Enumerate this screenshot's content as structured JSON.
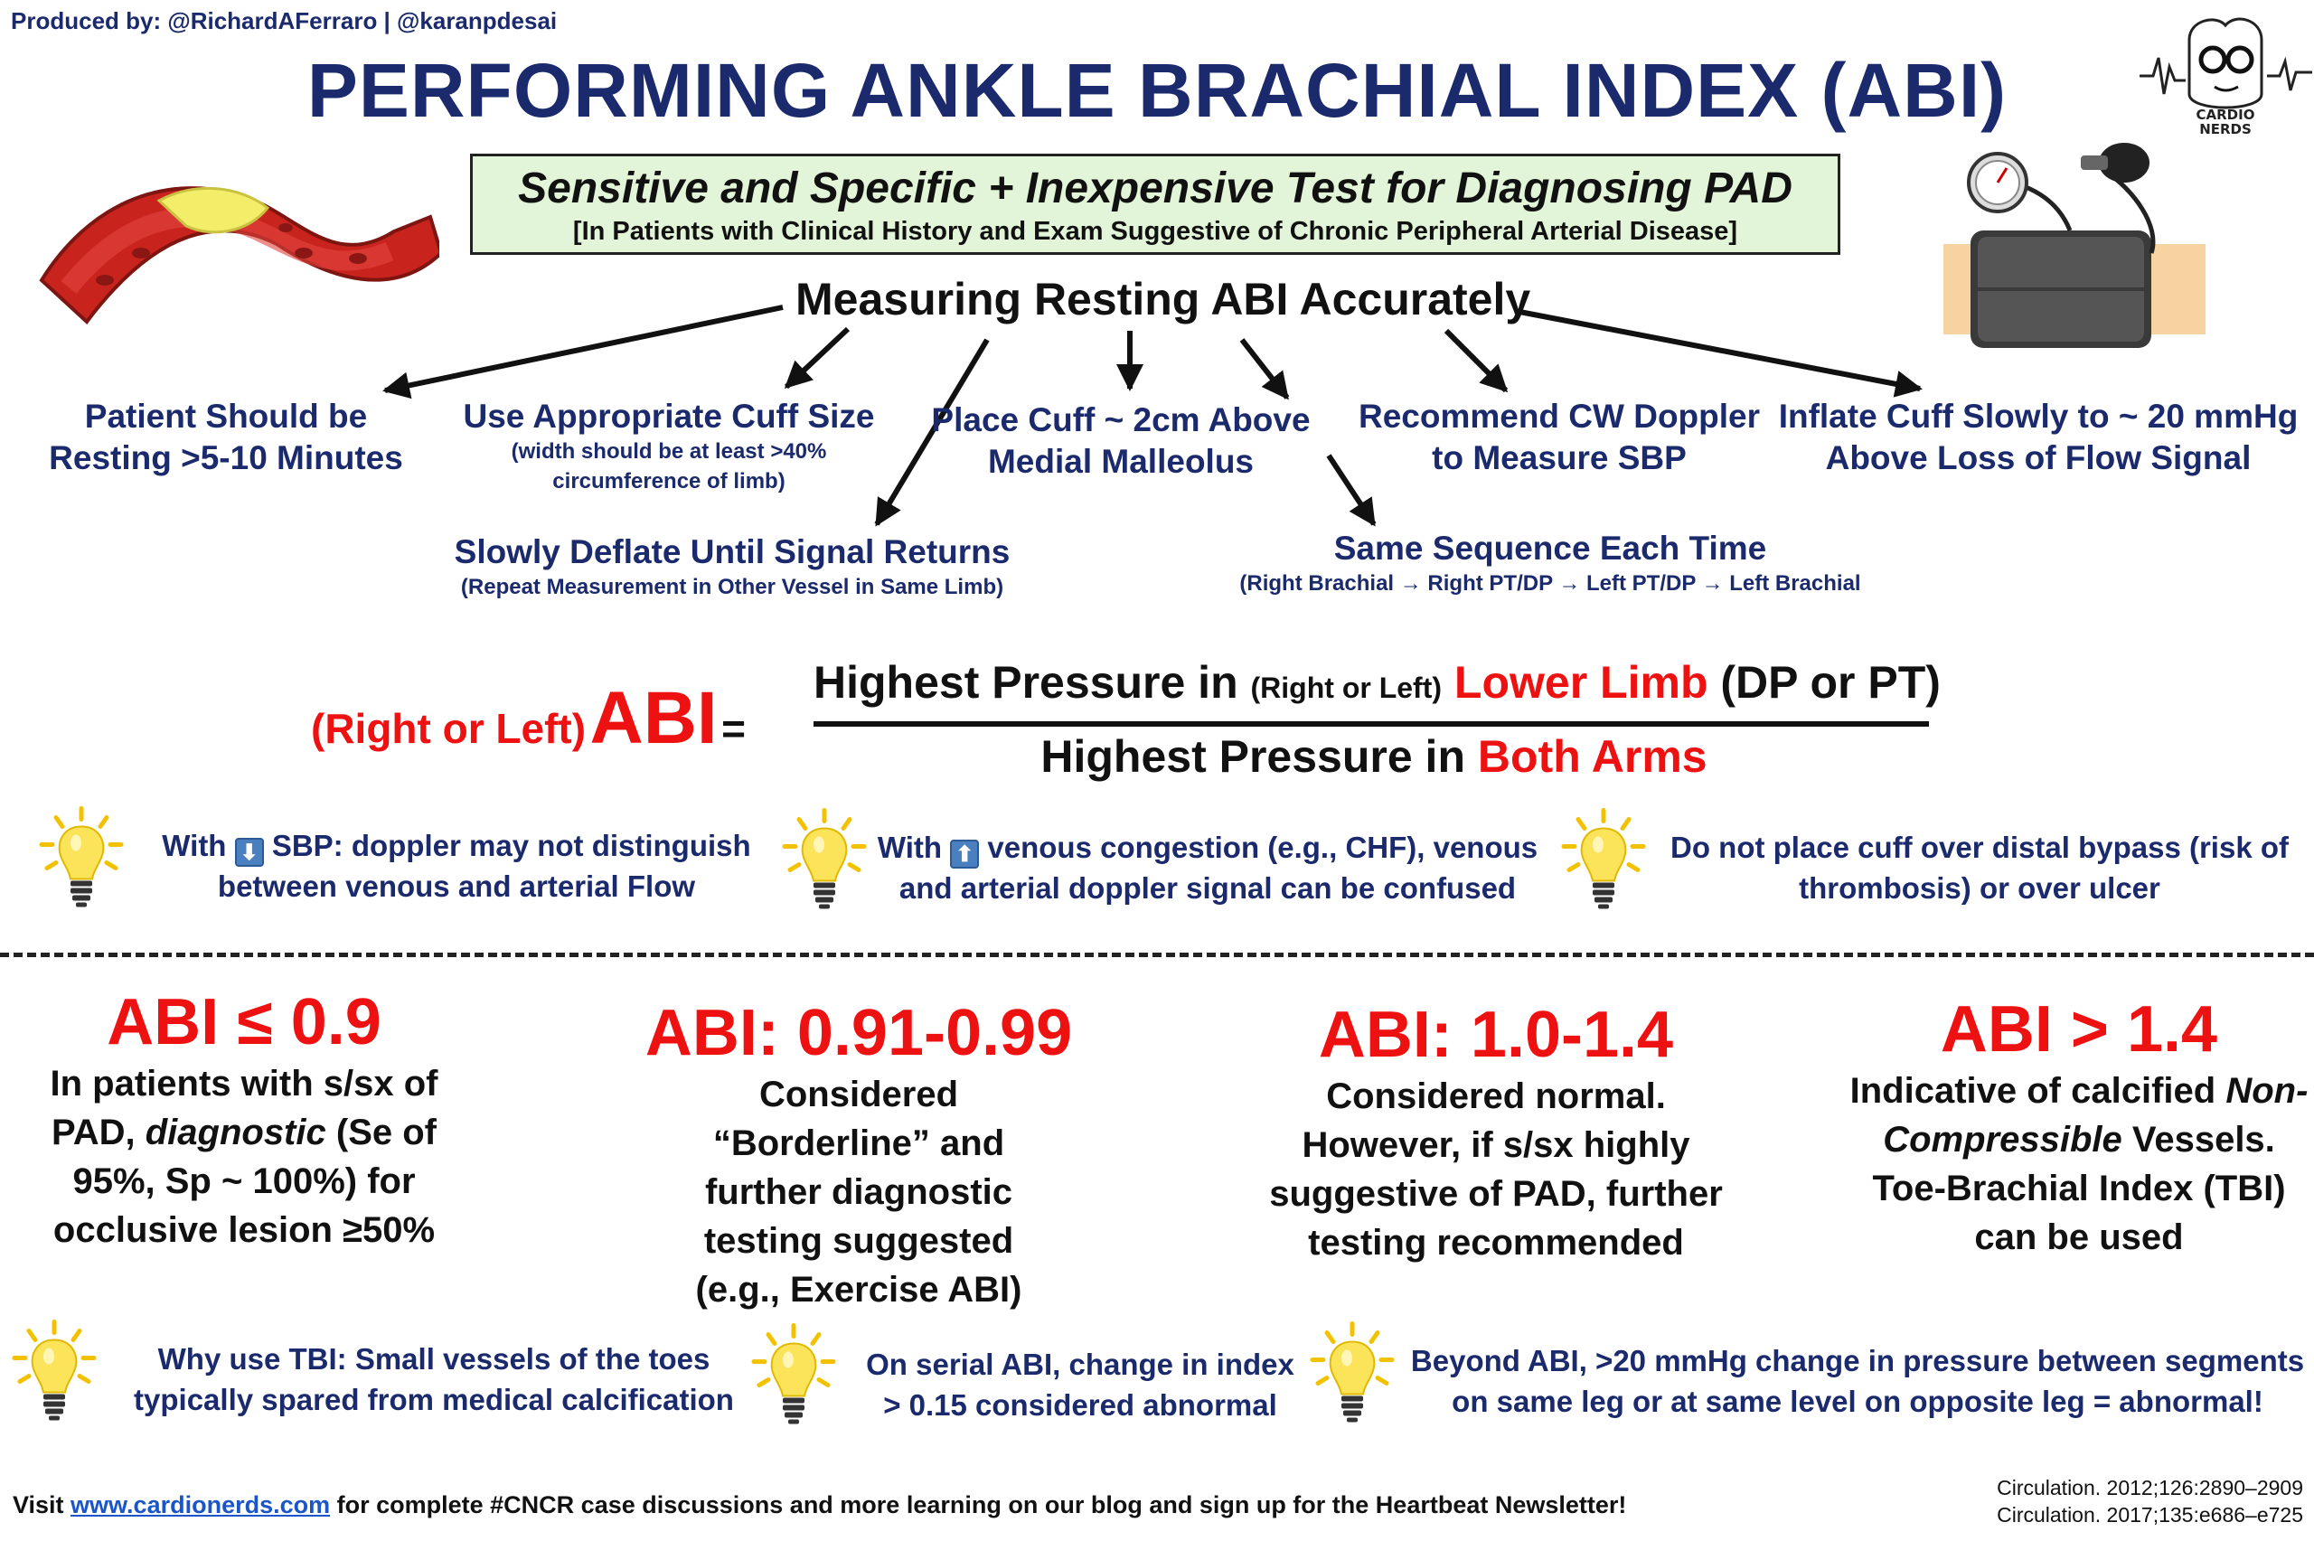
{
  "header": {
    "credits": "Produced by: @RichardAFerraro  | @karanpdesai",
    "title": "PERFORMING ANKLE BRACHIAL INDEX (ABI)",
    "logo_text_line1": "CARDIO",
    "logo_text_line2": "NERDS"
  },
  "subtitle": {
    "main": "Sensitive and Specific + Inexpensive Test for Diagnosing PAD",
    "sub": "[In Patients with Clinical History and Exam Suggestive of Chronic Peripheral Arterial Disease]"
  },
  "measuring": {
    "title": "Measuring Resting ABI Accurately",
    "items": [
      {
        "main": "Patient Should be Resting >5-10 Minutes"
      },
      {
        "main": "Use Appropriate Cuff Size",
        "small": "(width should be at least >40% circumference of limb)"
      },
      {
        "main": "Place Cuff ~ 2cm Above Medial Malleolus"
      },
      {
        "main": "Recommend CW Doppler to Measure SBP"
      },
      {
        "main": "Inflate Cuff Slowly to ~ 20 mmHg Above Loss of Flow Signal"
      },
      {
        "main": "Slowly Deflate Until Signal Returns",
        "small": "(Repeat Measurement in Other Vessel in Same Limb)"
      },
      {
        "main": "Same Sequence Each Time",
        "small": "(Right Brachial → Right PT/DP → Left PT/DP → Left Brachial"
      }
    ]
  },
  "formula": {
    "left_paren": "(Right or Left)",
    "left_abi": "ABI",
    "equals": "=",
    "num_part1": "Highest Pressure in",
    "num_part2": "(Right or Left)",
    "num_part3": "Lower Limb",
    "num_part4": "(DP or PT)",
    "den_part1": "Highest Pressure in",
    "den_part2": "Both Arms"
  },
  "tips_top": [
    {
      "pre": "With",
      "arrow": "⬇",
      "post": "SBP: doppler may not distinguish between venous and arterial Flow"
    },
    {
      "pre": "With",
      "arrow": "⬆",
      "post": "venous congestion (e.g., CHF), venous and arterial doppler signal can be confused"
    },
    {
      "text": "Do not place cuff over distal bypass (risk of thrombosis) or over ulcer"
    }
  ],
  "categories": [
    {
      "heading": "ABI ≤ 0.9",
      "text_a": "In patients with s/sx of PAD,",
      "text_em": "diagnostic",
      "text_b": "(Se of 95%, Sp ~ 100%) for occlusive lesion ≥50%"
    },
    {
      "heading": "ABI: 0.91-0.99",
      "text": "Considered “Borderline” and further diagnostic testing suggested (e.g., Exercise ABI)"
    },
    {
      "heading": "ABI: 1.0-1.4",
      "text": "Considered normal. However, if s/sx highly suggestive of PAD, further testing recommended"
    },
    {
      "heading": "ABI > 1.4",
      "text_a": "Indicative of calcified",
      "text_em": "Non-Compressible",
      "text_b": "Vessels. Toe-Brachial Index (TBI) can be used"
    }
  ],
  "tips_bottom": [
    {
      "text": "Why use TBI: Small vessels of the toes typically spared from medical calcification"
    },
    {
      "text": "On serial ABI, change in index  >  0.15 considered abnormal"
    },
    {
      "text": "Beyond ABI, >20 mmHg change in pressure between segments on same leg or at same level on opposite leg = abnormal!"
    }
  ],
  "footer": {
    "visit": "Visit",
    "link": "www.cardionerds.com",
    "rest": "for complete #CNCR case discussions and more learning on our blog and sign up for the Heartbeat Newsletter!",
    "ref1": "Circulation. 2012;126:2890–2909",
    "ref2": "Circulation. 2017;135:e686–e725"
  },
  "colors": {
    "navy": "#1a2a6c",
    "red": "#ee1111",
    "subtitle_bg": "#e2f5d8",
    "link": "#1a56c9"
  },
  "icons": [
    "lightbulb-icon",
    "artery-plaque-illustration",
    "blood-pressure-cuff-illustration",
    "cardionerds-logo"
  ]
}
